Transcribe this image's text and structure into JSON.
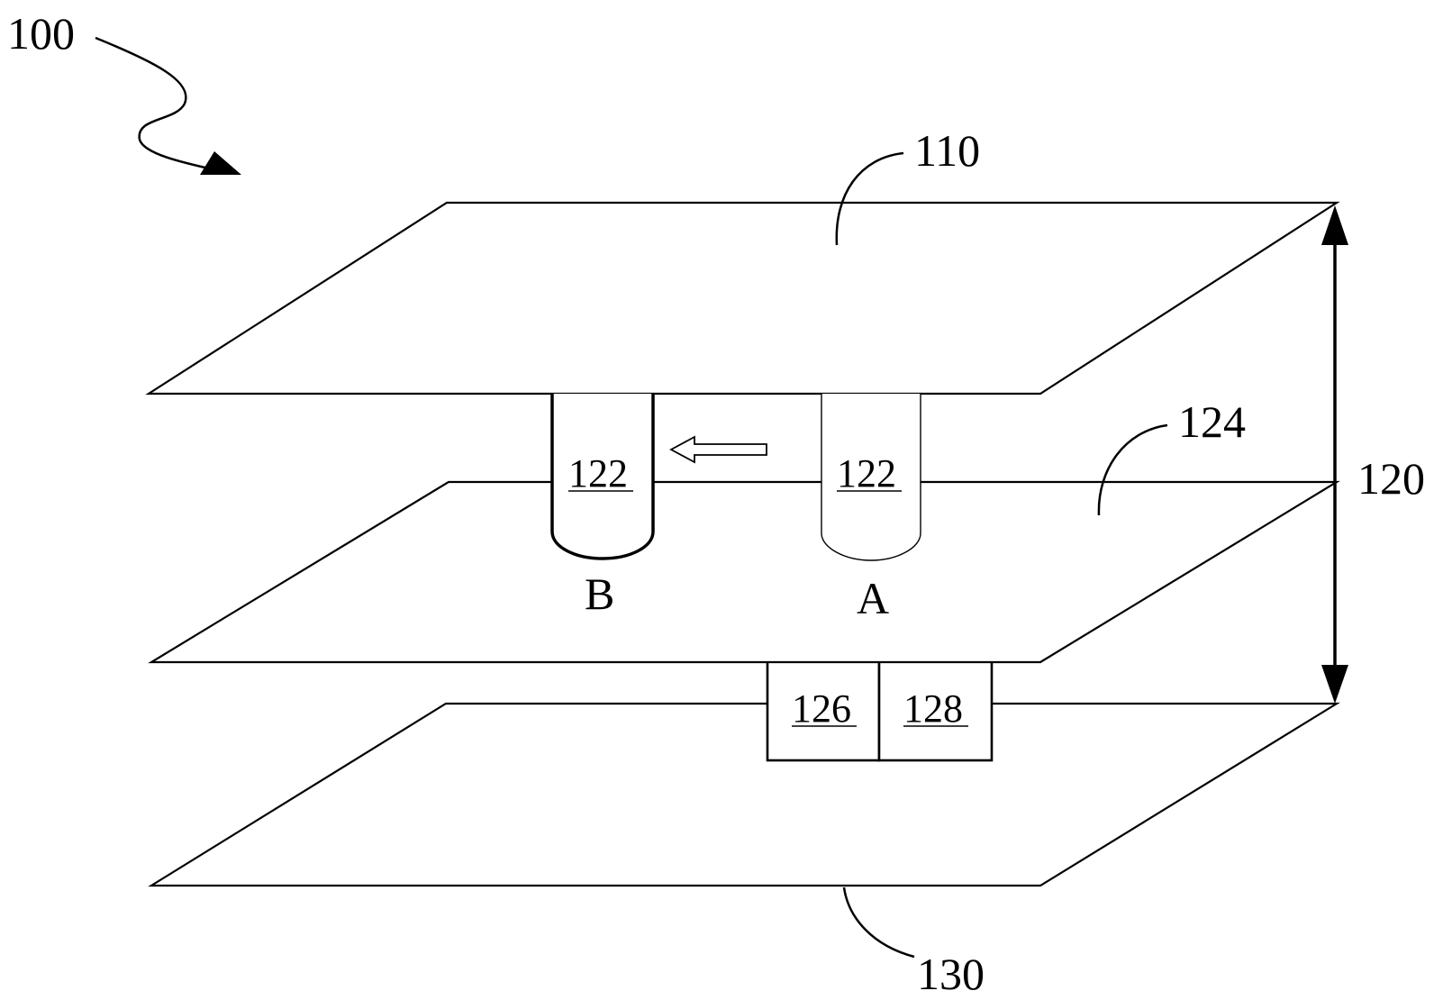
{
  "labels": {
    "device": "100",
    "top_plate": "110",
    "stack": "120",
    "channel": "124",
    "bottom_plate": "130",
    "droplet_b": "122",
    "droplet_a": "122",
    "cell_left": "126",
    "cell_right": "128",
    "position_b": "B",
    "position_a": "A"
  },
  "colors": {
    "line": "#000000",
    "background": "#ffffff"
  }
}
